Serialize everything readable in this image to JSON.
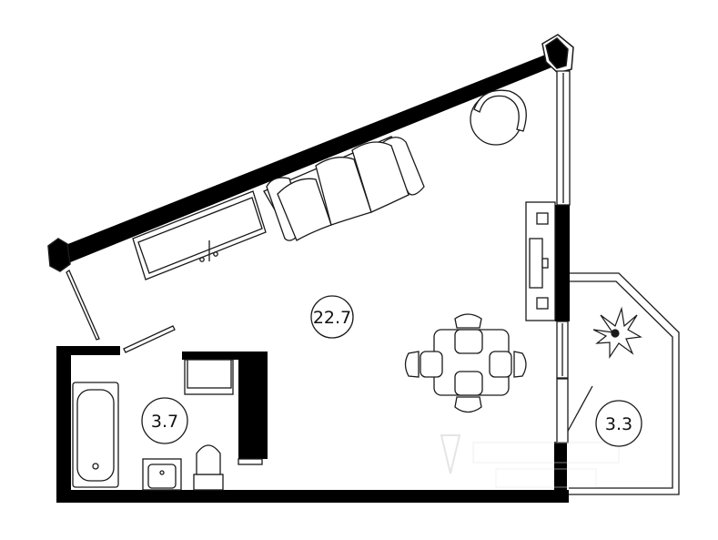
{
  "rooms": {
    "living_area": "22.7",
    "bathroom_area": "3.7",
    "balcony_area": "3.3"
  },
  "colors": {
    "wall": "#000000",
    "line": "#1a1a1a",
    "background": "#ffffff",
    "watermark": "#d9d9d9"
  },
  "icons": [
    "plant-icon",
    "watermark-logo"
  ]
}
